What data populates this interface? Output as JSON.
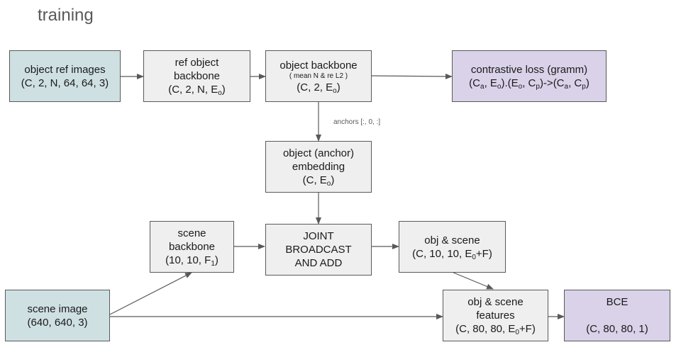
{
  "title": "training",
  "nodes": {
    "obj_ref_images": {
      "lines": [
        "object ref images",
        "(C, 2, N, 64, 64, 3)"
      ]
    },
    "ref_obj_backbone": {
      "lines": [
        "ref object",
        "backbone"
      ],
      "shape_prefix": "(C, 2, N, E",
      "shape_sub": "o",
      "shape_suffix": ")"
    },
    "obj_backbone": {
      "line1": "object backbone",
      "note": "( mean N & re L2 )",
      "shape_prefix": "(C, 2, E",
      "shape_sub": "o",
      "shape_suffix": ")"
    },
    "contrastive_loss": {
      "line1": "contrastive loss (gramm)",
      "formula": {
        "p1": "(C",
        "s1": "a",
        "p2": ", E",
        "s2": "o",
        "p3": ").(E",
        "s3": "o",
        "p4": ", C",
        "s4": "p",
        "p5": ")->(C",
        "s5": "a",
        "p6": ", C",
        "s6": "p",
        "p7": ")"
      }
    },
    "anchor_embedding": {
      "lines": [
        "object (anchor)",
        "embedding"
      ],
      "shape_prefix": "(C, E",
      "shape_sub": "o",
      "shape_suffix": ")"
    },
    "scene_backbone": {
      "lines": [
        "scene",
        "backbone"
      ],
      "shape_prefix": "(10, 10, F",
      "shape_sub": "1",
      "shape_suffix": ")"
    },
    "joint": {
      "lines": [
        "JOINT",
        "BROADCAST",
        "AND ADD"
      ]
    },
    "obj_scene": {
      "line1": "obj & scene",
      "shape_prefix": "(C, 10, 10, E",
      "shape_sub": "0",
      "shape_suffix": "+F)"
    },
    "scene_image": {
      "lines": [
        "scene image",
        "(640, 640, 3)"
      ]
    },
    "obj_scene_features": {
      "lines": [
        "obj & scene",
        "features"
      ],
      "shape_prefix": "(C, 80, 80, E",
      "shape_sub": "0",
      "shape_suffix": "+F)"
    },
    "bce": {
      "line1": "BCE",
      "line2": "(C, 80, 80, 1)"
    }
  },
  "edge_labels": {
    "anchors": "anchors [:, 0, :]"
  },
  "colors": {
    "blue": "#cfe0e3",
    "gray": "#efefef",
    "purple": "#d9d2e9",
    "border": "#595959",
    "arrow": "#595959"
  }
}
